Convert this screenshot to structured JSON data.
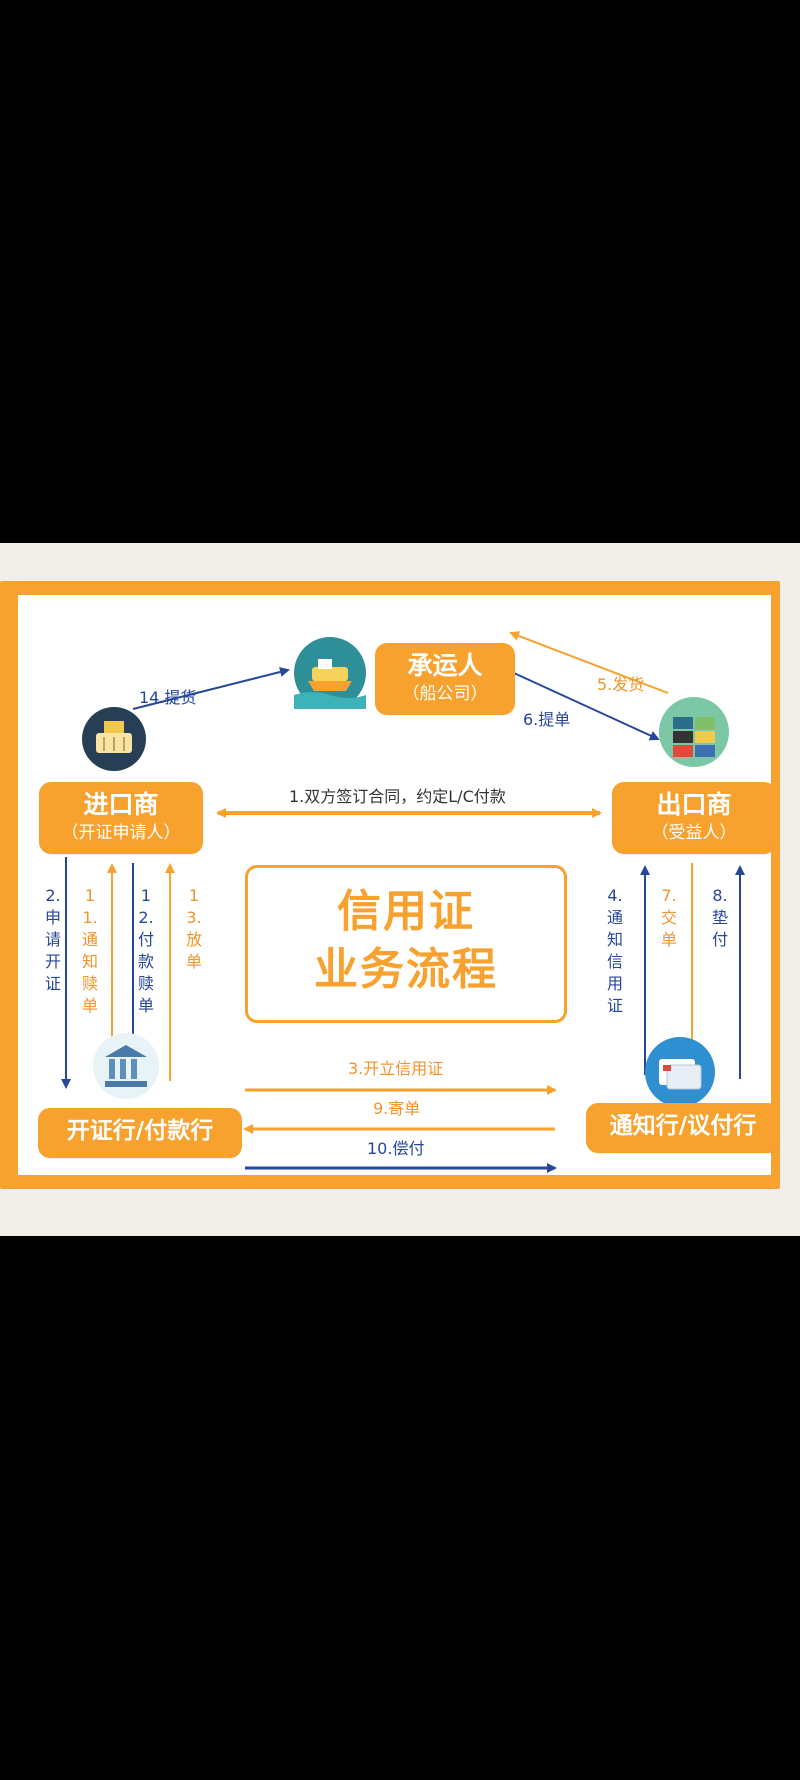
{
  "diagram": {
    "title_line1": "信用证",
    "title_line2": "业务流程",
    "nodes": {
      "carrier": {
        "title": "承运人",
        "sub": "（船公司）"
      },
      "importer": {
        "title": "进口商",
        "sub": "（开证申请人）"
      },
      "exporter": {
        "title": "出口商",
        "sub": "（受益人）"
      },
      "issuing_bank": {
        "title": "开证行/付款行"
      },
      "advising_bank": {
        "title": "通知行/议付行"
      }
    },
    "steps": {
      "s1": "1.双方签订合同，约定L/C付款",
      "s2": "2.申请开证",
      "s3": "3.开立信用证",
      "s4": "4.通知信用证",
      "s5": "5.发货",
      "s6": "6.提单",
      "s7": "7.交单",
      "s8": "8.垫付",
      "s9": "9.寄单",
      "s10": "10.偿付",
      "s11": "11.通知赎单",
      "s12": "12.付款赎单",
      "s13": "13.放单",
      "s14": "14.提货"
    },
    "colors": {
      "orange": "#f7a12f",
      "blue": "#27479b",
      "white": "#ffffff",
      "background": "#000000"
    },
    "icons": {
      "carrier_icon": "ship-icon",
      "importer_icon": "basket-icon",
      "exporter_icon": "containers-icon",
      "issuing_bank_icon": "bank-icon",
      "advising_bank_icon": "cards-icon"
    }
  }
}
